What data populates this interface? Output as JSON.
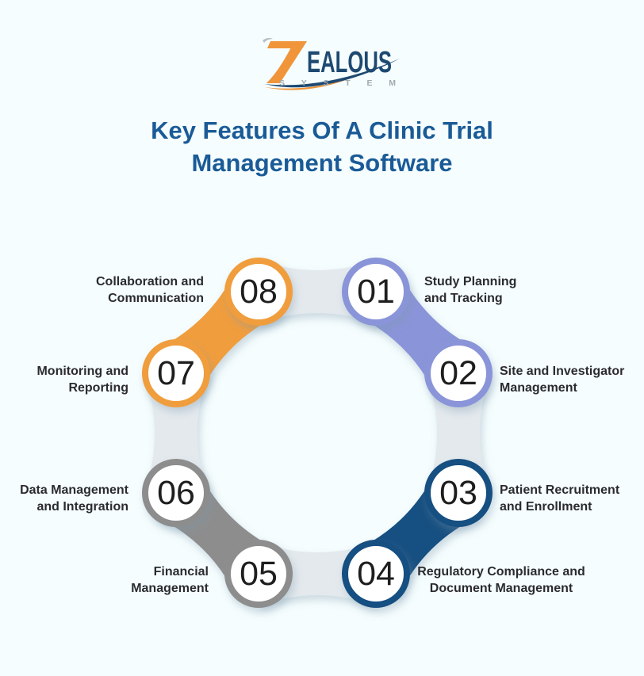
{
  "logo": {
    "brand": "ZEALOUS",
    "brand_rest": "EALOUS",
    "tagline": "SYSTEM"
  },
  "title": "Key Features Of A Clinic Trial\nManagement Software",
  "colors": {
    "background": "#F5FDFE",
    "title": "#1A5B97",
    "label": "#2B2B2F",
    "number": "#1E1E1E",
    "connector": "#E3E9ED",
    "logo_navy": "#1E4971",
    "logo_orange": "#F0953A",
    "logo_gray": "#A2AAB2"
  },
  "items": [
    {
      "number": "01",
      "label": "Study Planning\nand Tracking",
      "color": "#8A94D8"
    },
    {
      "number": "02",
      "label": "Site and Investigator\nManagement",
      "color": "#8A94D8"
    },
    {
      "number": "03",
      "label": "Patient Recruitment\nand Enrollment",
      "color": "#175081"
    },
    {
      "number": "04",
      "label": "Regulatory Compliance and\nDocument Management",
      "color": "#175081"
    },
    {
      "number": "05",
      "label": "Financial\nManagement",
      "color": "#8D8D8D"
    },
    {
      "number": "06",
      "label": "Data Management\nand Integration",
      "color": "#8D8D8D"
    },
    {
      "number": "07",
      "label": "Monitoring and\nReporting",
      "color": "#F09D3C"
    },
    {
      "number": "08",
      "label": "Collaboration and\nCommunication",
      "color": "#F09D3C"
    }
  ]
}
